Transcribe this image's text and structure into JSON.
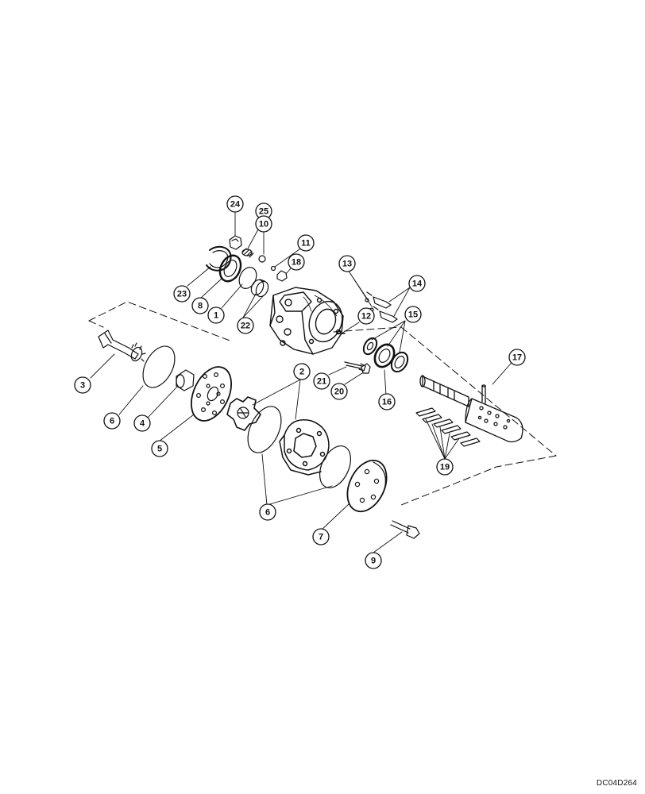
{
  "diagram": {
    "reference_code": "DC04D264",
    "callouts": [
      {
        "id": "c24",
        "label": "24"
      },
      {
        "id": "c25",
        "label": "25"
      },
      {
        "id": "c10",
        "label": "10"
      },
      {
        "id": "c11",
        "label": "11"
      },
      {
        "id": "c18",
        "label": "18"
      },
      {
        "id": "c23",
        "label": "23"
      },
      {
        "id": "c8",
        "label": "8"
      },
      {
        "id": "c1",
        "label": "1"
      },
      {
        "id": "c22",
        "label": "22"
      },
      {
        "id": "c13",
        "label": "13"
      },
      {
        "id": "c14",
        "label": "14"
      },
      {
        "id": "c12",
        "label": "12"
      },
      {
        "id": "c15",
        "label": "15"
      },
      {
        "id": "c17",
        "label": "17"
      },
      {
        "id": "c3",
        "label": "3"
      },
      {
        "id": "c2",
        "label": "2"
      },
      {
        "id": "c21",
        "label": "21"
      },
      {
        "id": "c20",
        "label": "20"
      },
      {
        "id": "c16",
        "label": "16"
      },
      {
        "id": "c6a",
        "label": "6"
      },
      {
        "id": "c4",
        "label": "4"
      },
      {
        "id": "c5",
        "label": "5"
      },
      {
        "id": "c19",
        "label": "19"
      },
      {
        "id": "c6b",
        "label": "6"
      },
      {
        "id": "c7",
        "label": "7"
      },
      {
        "id": "c9",
        "label": "9"
      }
    ]
  }
}
